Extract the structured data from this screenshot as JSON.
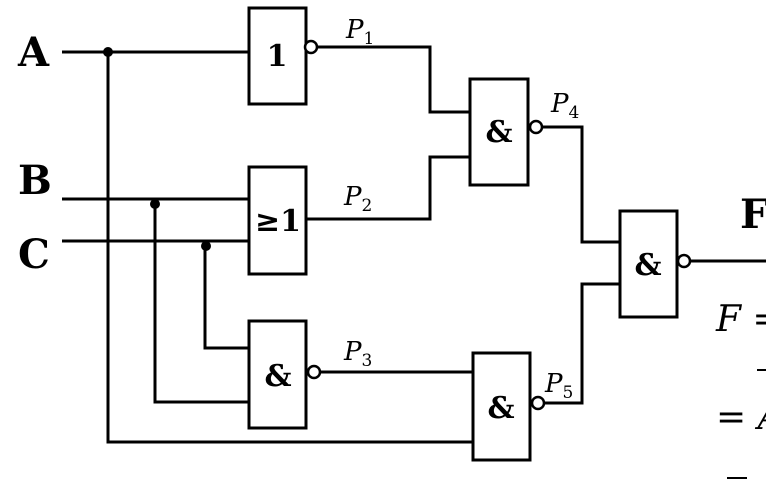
{
  "inputs": {
    "a": "A",
    "b": "B",
    "c": "C"
  },
  "output": {
    "f": "F"
  },
  "gates": {
    "g1": "1",
    "g2": "≥1",
    "g3": "&",
    "g4": "&",
    "g5": "&",
    "g6": "&"
  },
  "signals": {
    "p1": {
      "main": "P",
      "sub": "1"
    },
    "p2": {
      "main": "P",
      "sub": "2"
    },
    "p3": {
      "main": "P",
      "sub": "3"
    },
    "p4": {
      "main": "P",
      "sub": "4"
    },
    "p5": {
      "main": "P",
      "sub": "5"
    }
  },
  "equation": {
    "line1": "F =",
    "line3": "= A"
  }
}
